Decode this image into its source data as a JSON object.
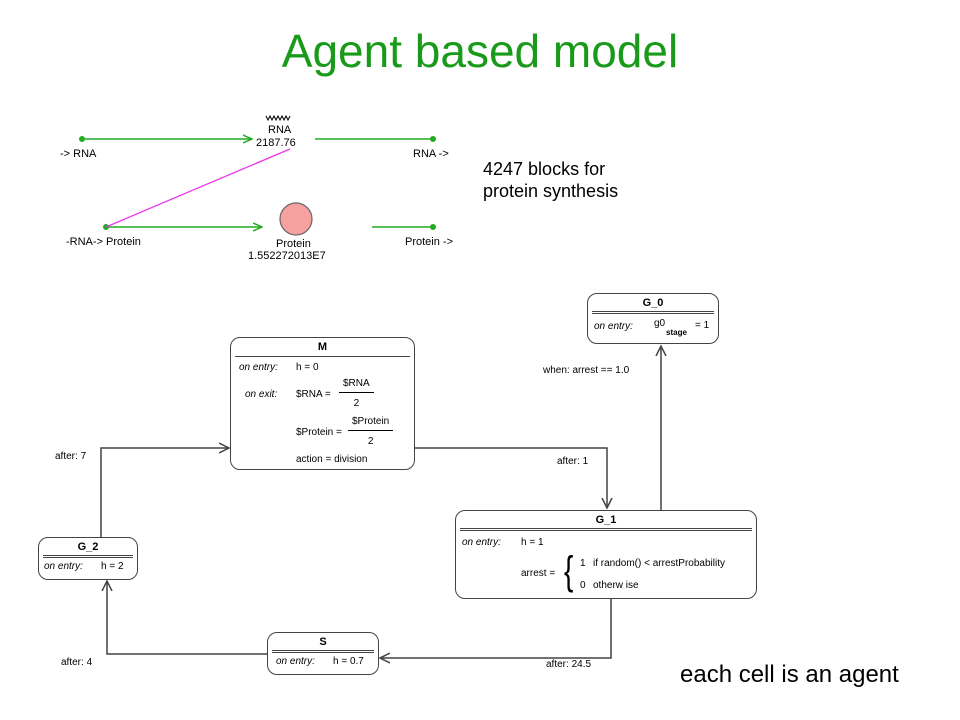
{
  "title": "Agent based model",
  "note_blocks": [
    "4247 blocks for",
    "protein synthesis"
  ],
  "note_agent": "each cell is an agent",
  "reaction_net": {
    "rna_in": "-> RNA",
    "rna_out": "RNA ->",
    "rna_name": "RNA",
    "rna_value": "2187.76",
    "protein_in": "-RNA-> Protein",
    "protein_out": "Protein ->",
    "protein_name": "Protein",
    "protein_value": "1.552272013E7",
    "colors": {
      "flow": "#22aa22",
      "link": "#ee33ee",
      "protein_node": "#f7a0a0"
    }
  },
  "states": {
    "g0": {
      "name": "G_0",
      "entry_label": "on entry:",
      "entry_var": "g0",
      "entry_sub": "stage",
      "entry_val": "= 1"
    },
    "m": {
      "name": "M",
      "entry_label": "on entry:",
      "entry_expr": "h = 0",
      "exit_label": "on exit:",
      "rna_lhs": "$RNA =",
      "rna_num": "$RNA",
      "rna_den": "2",
      "protein_lhs": "$Protein =",
      "protein_num": "$Protein",
      "protein_den": "2",
      "action": "action = division"
    },
    "g1": {
      "name": "G_1",
      "entry_label": "on entry:",
      "entry_expr": "h = 1",
      "arrest_lhs": "arrest =",
      "case1_val": "1",
      "case1_cond": "if  random() < arrestProbability",
      "case2_val": "0",
      "case2_cond": "otherw ise"
    },
    "g2": {
      "name": "G_2",
      "entry_label": "on entry:",
      "entry_expr": "h = 2"
    },
    "s": {
      "name": "S",
      "entry_label": "on entry:",
      "entry_expr": "h = 0.7"
    }
  },
  "transitions": {
    "g1_to_g0": "when: arrest == 1.0",
    "g2_to_m": "after: 7",
    "m_to_g1": "after: 1",
    "g1_to_s": "after: 24.5",
    "s_to_g2": "after: 4"
  },
  "colors": {
    "title": "#1a9a1a",
    "state_border": "#444444"
  }
}
